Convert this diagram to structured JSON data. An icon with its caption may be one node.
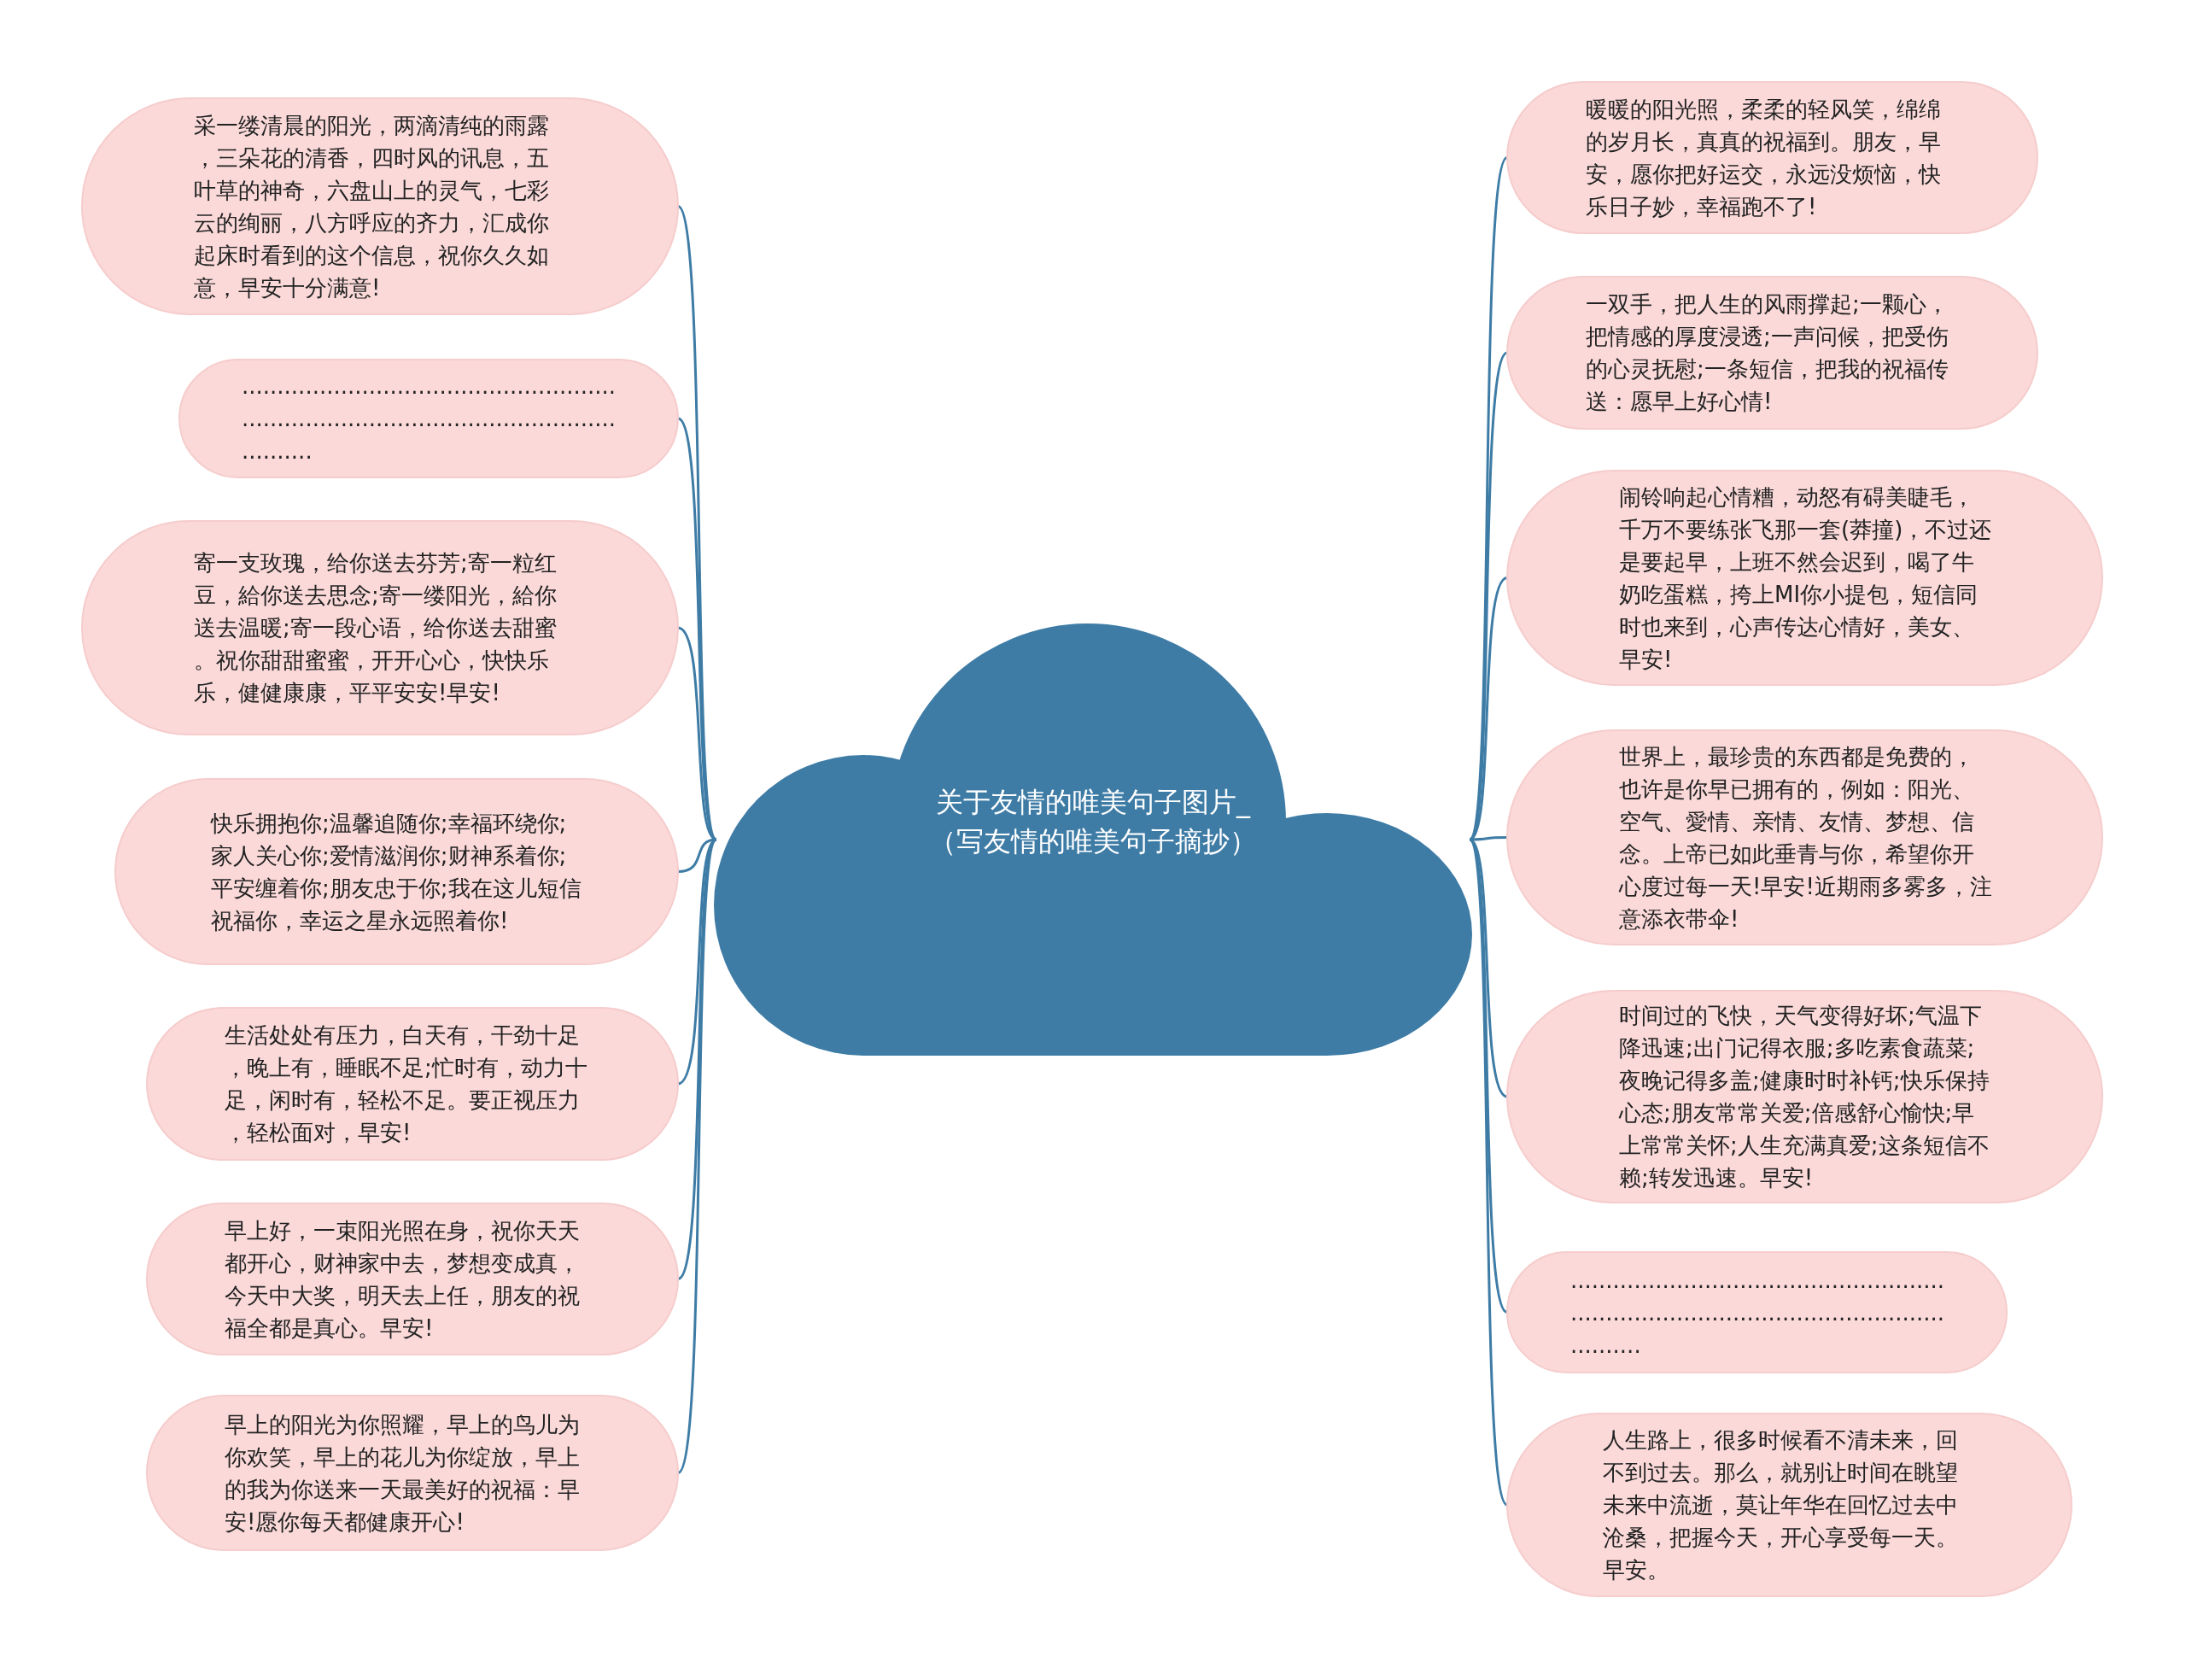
{
  "diagram": {
    "nodes": [
      {
        "text": [
          "关于友情的唯美句子图片_（写友情的唯美句子摘抄）"
        ]
      },
      {
        "text": [
          "采一缕清晨的阳光，两滴清纯的雨露，三朵花的清香，四时风的讯息，五叶草的神奇，六盘山上的灵气，七彩云的绚丽，八方呼应的齐力，汇成你起床时看到的这个信息，祝你久久如意，早安十分满意!"
        ]
      },
      {
        "text": [
          "...................................................................................................................."
        ]
      },
      {
        "text": [
          "寄一支玫瑰，给你送去芬芳;寄一粒红豆，給你送去思念;寄一缕阳光，給你送去温暖;寄一段心语，给你送去甜蜜。祝你甜甜蜜蜜，开开心心，快快乐乐，健健康康，平平安安!早安!"
        ]
      },
      {
        "text": [
          "快乐拥抱你;温馨追随你;幸福环绕你;家人关心你;爱情滋润你;财神系着你;平安缠着你;朋友忠于你;我在这儿短信祝福你，幸运之星永远照着你!"
        ]
      },
      {
        "text": [
          "生活处处有压力，白天有，干劲十足，晚上有，睡眠不足;忙时有，动力十足，闲时有，轻松不足。要正视压力，轻松面对，早安!"
        ]
      },
      {
        "text": [
          "早上好，一束阳光照在身，祝你天天都开心，财神家中去，梦想变成真，今天中大奖，明天去上任，朋友的祝福全都是真心。早安!"
        ]
      },
      {
        "text": [
          "早上的阳光为你照耀，早上的鸟儿为你欢笑，早上的花儿为你绽放，早上的我为你送来一天最美好的祝福：早安!愿你每天都健康开心!"
        ]
      },
      {
        "text": [
          "暖暖的阳光照，柔柔的轻风笑，绵绵的岁月长，真真的祝福到。朋友，早安，愿你把好运交，永远没烦恼，快乐日子妙，幸福跑不了!"
        ]
      },
      {
        "text": [
          "一双手，把人生的风雨撑起;一颗心，把情感的厚度浸透;一声问候，把受伤的心灵抚慰;一条短信，把我的祝福传送：愿早上好心情!"
        ]
      },
      {
        "text": [
          "闹铃响起心情糟，动怒有碍美睫毛，千万不要练张飞那一套(莽撞)，不过还是要起早，上班不然会迟到，喝了牛奶吃蛋糕，挎上MI你小提包，短信同时也来到，心声传达心情好，美女、早安!"
        ]
      },
      {
        "text": [
          "世界上，最珍贵的东西都是免费的，也许是你早已拥有的，例如：阳光、空气、愛情、亲情、友情、梦想、信念。上帝已如此垂青与你，希望你开心度过每一天!早安!近期雨多雾多，注意添衣带伞!"
        ]
      },
      {
        "text": [
          "时间过的飞快，天气变得好坏;气温下降迅速;出门记得衣服;多吃素食蔬菜;夜晚记得多盖;健康时时补钙;快乐保持心态;朋友常常关爱;倍感舒心愉快;早上常常关怀;人生充满真爱;这条短信不赖;转发迅速。早安!"
        ]
      },
      {
        "text": [
          "...................................................................................................................."
        ]
      },
      {
        "text": [
          "人生路上，很多时候看不清未来，回不到过去。那么，就别让时间在眺望未来中流逝，莫让年华在回忆过去中沧桑，把握今天，开心享受每一天。早安。"
        ]
      }
    ],
    "edges": [
      {
        "from": 0,
        "to": 1,
        "arrow": "none"
      },
      {
        "from": 0,
        "to": 2,
        "arrow": "none"
      },
      {
        "from": 0,
        "to": 3,
        "arrow": "none"
      },
      {
        "from": 0,
        "to": 4,
        "arrow": "none"
      },
      {
        "from": 0,
        "to": 5,
        "arrow": "none"
      },
      {
        "from": 0,
        "to": 6,
        "arrow": "none"
      },
      {
        "from": 0,
        "to": 7,
        "arrow": "none"
      },
      {
        "from": 0,
        "to": 8,
        "arrow": "none"
      },
      {
        "from": 0,
        "to": 9,
        "arrow": "none"
      },
      {
        "from": 0,
        "to": 10,
        "arrow": "none"
      },
      {
        "from": 0,
        "to": 11,
        "arrow": "none"
      },
      {
        "from": 0,
        "to": 12,
        "arrow": "none"
      },
      {
        "from": 0,
        "to": 13,
        "arrow": "none"
      },
      {
        "from": 0,
        "to": 14,
        "arrow": "none"
      }
    ]
  }
}
